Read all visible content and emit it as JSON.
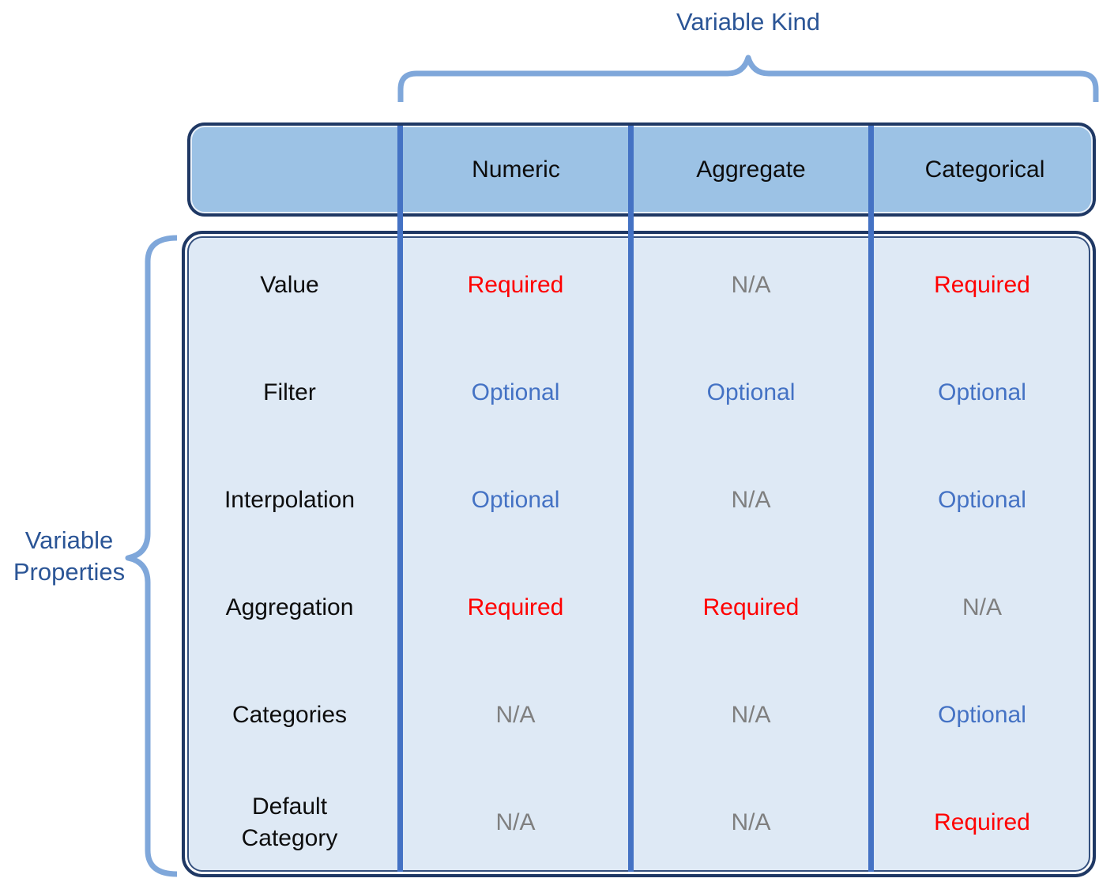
{
  "diagram": {
    "top_group_label": "Variable Kind",
    "left_group_label_line1": "Variable",
    "left_group_label_line2": "Properties",
    "columns": [
      "Numeric",
      "Aggregate",
      "Categorical"
    ],
    "rows": [
      {
        "label": "Value",
        "cells": [
          {
            "text": "Required",
            "type": "required"
          },
          {
            "text": "N/A",
            "type": "na"
          },
          {
            "text": "Required",
            "type": "required"
          }
        ]
      },
      {
        "label": "Filter",
        "cells": [
          {
            "text": "Optional",
            "type": "optional"
          },
          {
            "text": "Optional",
            "type": "optional"
          },
          {
            "text": "Optional",
            "type": "optional"
          }
        ]
      },
      {
        "label": "Interpolation",
        "cells": [
          {
            "text": "Optional",
            "type": "optional"
          },
          {
            "text": "N/A",
            "type": "na"
          },
          {
            "text": "Optional",
            "type": "optional"
          }
        ]
      },
      {
        "label": "Aggregation",
        "cells": [
          {
            "text": "Required",
            "type": "required"
          },
          {
            "text": "Required",
            "type": "required"
          },
          {
            "text": "N/A",
            "type": "na"
          }
        ]
      },
      {
        "label": "Categories",
        "cells": [
          {
            "text": "N/A",
            "type": "na"
          },
          {
            "text": "N/A",
            "type": "na"
          },
          {
            "text": "Optional",
            "type": "optional"
          }
        ]
      },
      {
        "label": "Default Category",
        "cells": [
          {
            "text": "N/A",
            "type": "na"
          },
          {
            "text": "N/A",
            "type": "na"
          },
          {
            "text": "Required",
            "type": "required"
          }
        ]
      }
    ],
    "colors": {
      "required": "#FF0000",
      "optional": "#4472C4",
      "na": "#7F7F7F",
      "header_fill": "#9CC2E5",
      "body_fill": "#DEE9F5",
      "border_navy": "#1F3864",
      "separator_blue": "#4472C4",
      "brace_blue": "#7FA7DA",
      "group_label_blue": "#2B5596"
    }
  }
}
